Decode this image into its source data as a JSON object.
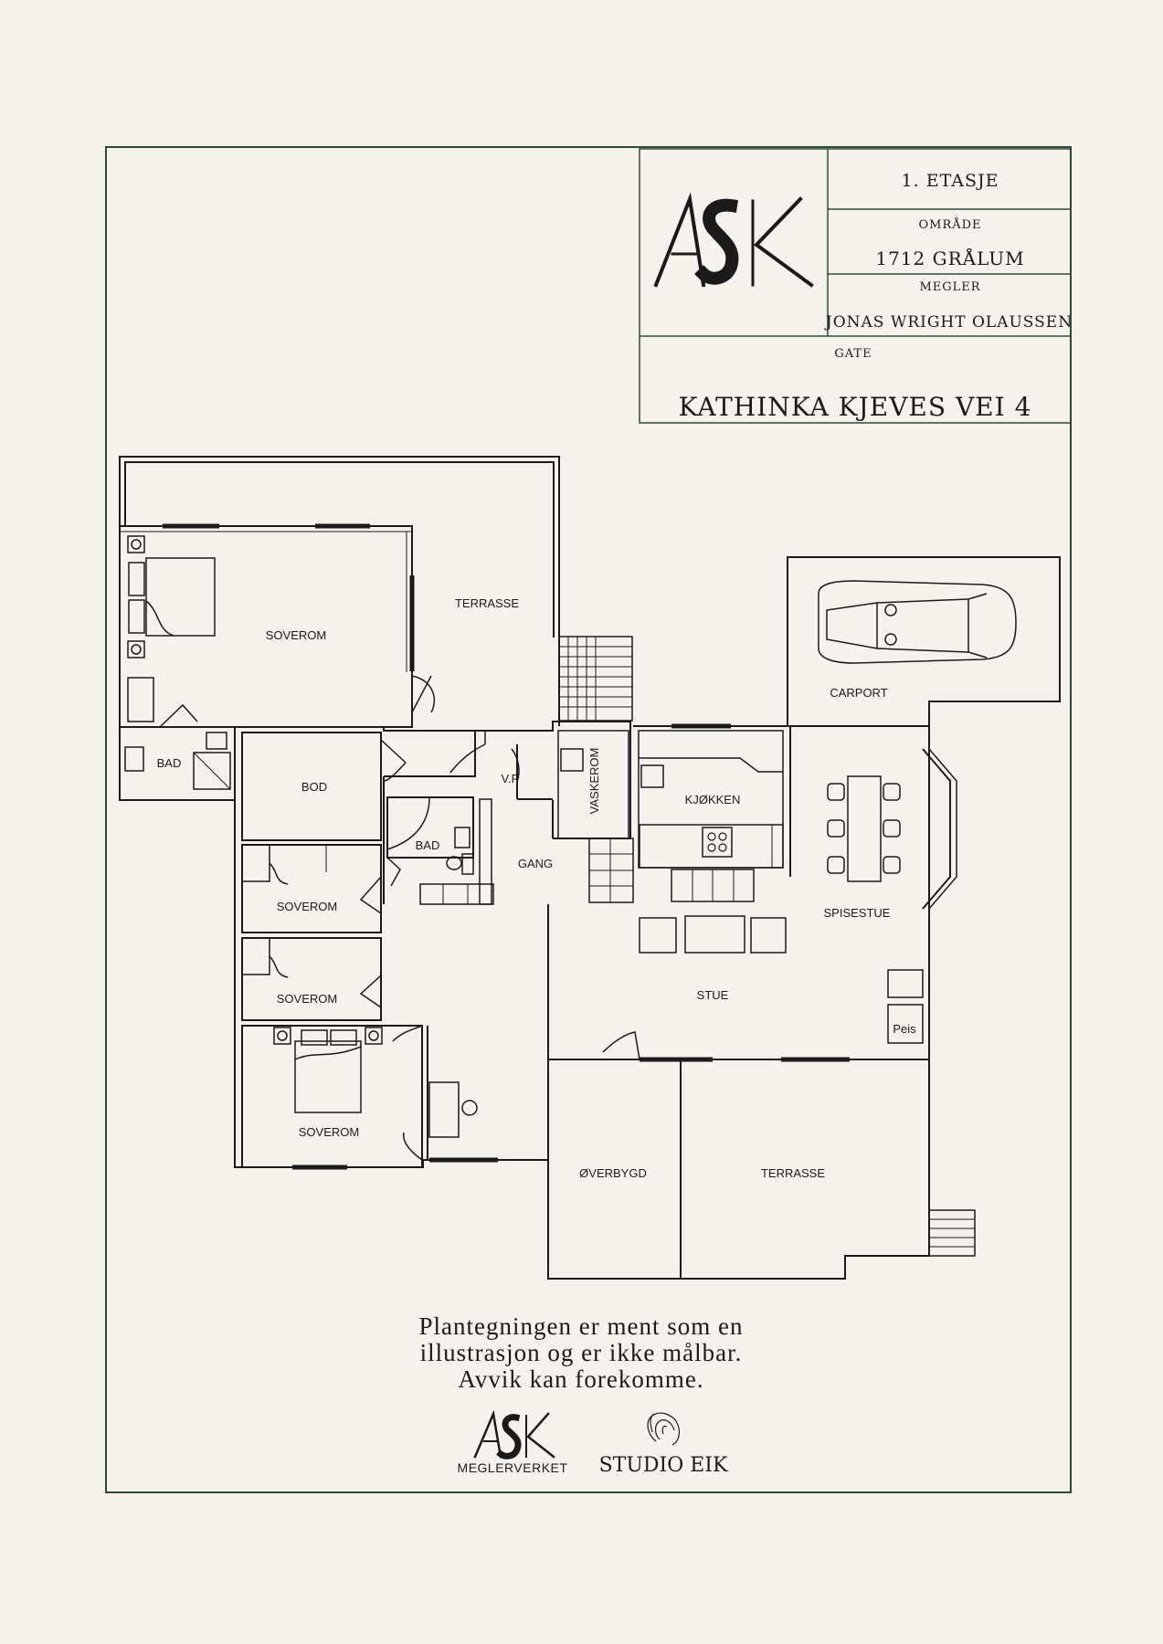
{
  "title_block": {
    "floor": "1. ETASJE",
    "area_label": "OMRÅDE",
    "area_value": "1712 GRÅLUM",
    "broker_label": "MEGLER",
    "broker_value": "JONAS WRIGHT OLAUSSEN",
    "street_label": "GATE",
    "street_value": "KATHINKA KJEVES VEI 4",
    "logo_text": "ASK"
  },
  "rooms": {
    "terrasse_top": "TERRASSE",
    "soverom_master": "SOVEROM",
    "bad_left": "BAD",
    "bod": "BOD",
    "vf": "V.F",
    "vaskerom": "VASKEROM",
    "kjokken": "KJØKKEN",
    "bad_center": "BAD",
    "gang": "GANG",
    "soverom_2": "SOVEROM",
    "soverom_3": "SOVEROM",
    "soverom_4": "SOVEROM",
    "spisestue": "SPISESTUE",
    "stue": "STUE",
    "peis": "Peis",
    "carport": "CARPORT",
    "overbygd": "ØVERBYGD",
    "terrasse_bottom": "TERRASSE"
  },
  "disclaimer": {
    "line1": "Plantegningen er ment som en",
    "line2": "illustrasjon og er ikke målbar.",
    "line3": "Avvik kan forekomme."
  },
  "logos": {
    "ask_main": "ASK",
    "ask_sub": "MEGLERVERKET",
    "studio": "STUDIO EIK"
  },
  "colors": {
    "background": "#f5f2ee",
    "frame": "#2f4a34",
    "lines": "#1a1a1a"
  }
}
